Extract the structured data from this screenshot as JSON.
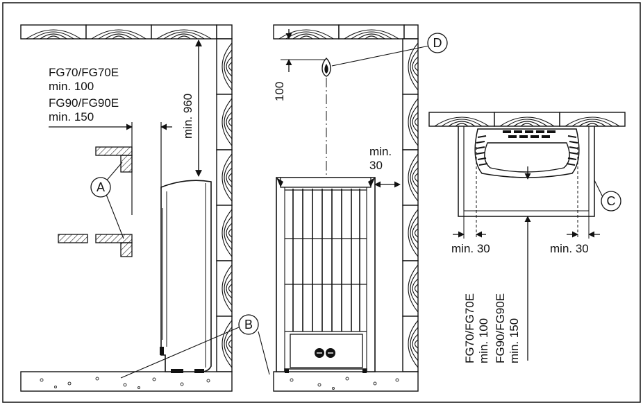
{
  "left_view": {
    "fg70_model": "FG70/FG70E",
    "fg70_min": "min. 100",
    "fg90_model": "FG90/FG90E",
    "fg90_min": "min. 150",
    "height_min": "min. 960",
    "callout_a": "A",
    "callout_b": "B"
  },
  "middle_view": {
    "top_dist": "100",
    "side_min_line1": "min.",
    "side_min_line2": "30",
    "callout_d": "D"
  },
  "right_view": {
    "left_min": "min. 30",
    "right_min": "min. 30",
    "callout_c": "C",
    "fg70_model": "FG70/FG70E",
    "fg70_min": "min. 100",
    "fg90_model": "FG90/FG90E",
    "fg90_min": "min. 150"
  }
}
